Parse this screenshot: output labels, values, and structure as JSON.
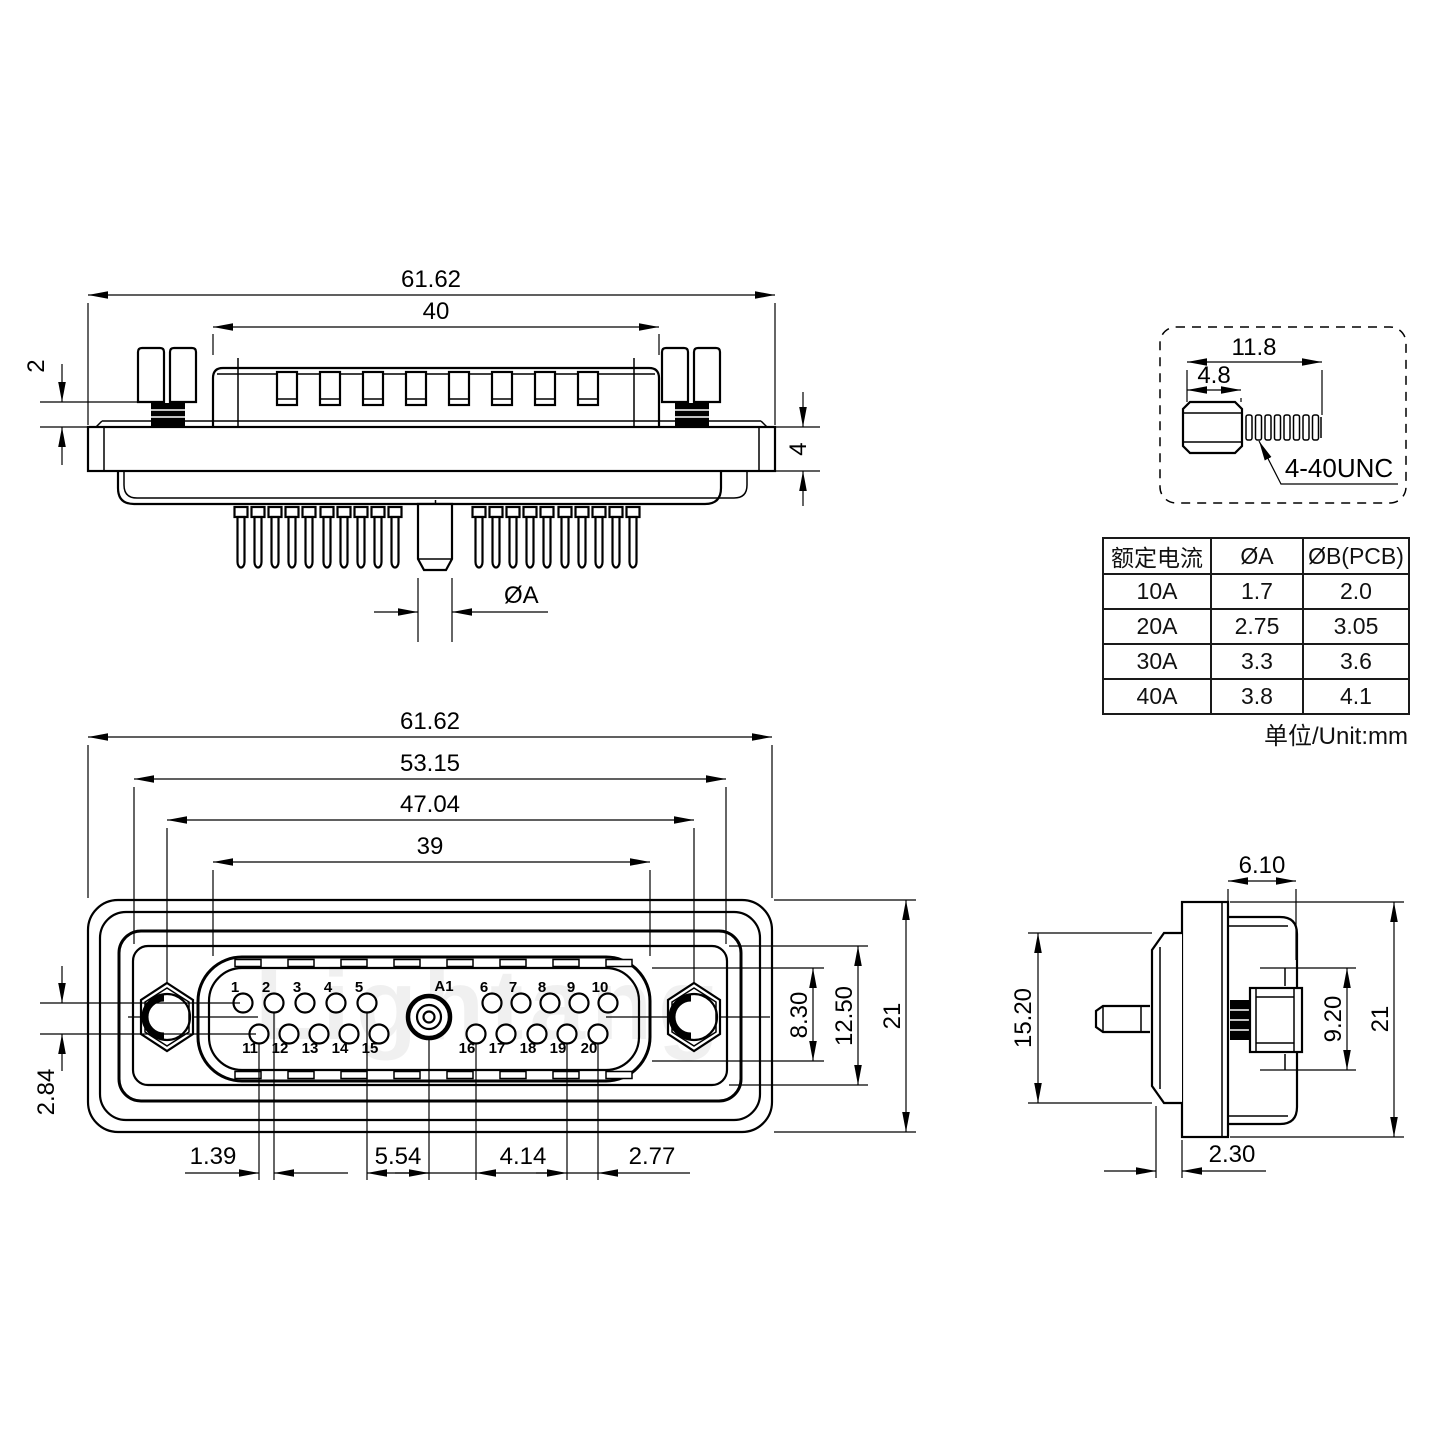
{
  "watermark": "Lightang",
  "back_view": {
    "dim_overall_width": "61.62",
    "dim_body_width": "40",
    "dim_screw_gap": "2",
    "dim_flange_thickness": "4",
    "dim_coax_diameter": "ØA"
  },
  "screw_detail": {
    "dim_total_length": "11.8",
    "dim_head_length": "4.8",
    "thread_spec": "4-40UNC"
  },
  "spec_table": {
    "col_headers": [
      "额定电流",
      "ØA",
      "ØB(PCB)"
    ],
    "rows": [
      [
        "10A",
        "1.7",
        "2.0"
      ],
      [
        "20A",
        "2.75",
        "3.05"
      ],
      [
        "30A",
        "3.3",
        "3.6"
      ],
      [
        "40A",
        "3.8",
        "4.1"
      ]
    ],
    "unit_note": "单位/Unit:mm"
  },
  "front_view": {
    "dim_overall_width": "61.62",
    "dim_panel_width": "53.15",
    "dim_mount_hole_spacing": "47.04",
    "dim_shell_width": "39",
    "dim_shell_height": "8.30",
    "dim_panel_height": "12.50",
    "dim_overall_height": "21",
    "dim_row_offset": "2.84",
    "dim_pin_offset": "1.39",
    "dim_pin5_to_coax": "5.54",
    "dim_coax_to_pin16": "4.14",
    "dim_pin_pitch": "2.77",
    "pin_labels": [
      "1",
      "2",
      "3",
      "4",
      "5",
      "6",
      "7",
      "8",
      "9",
      "10",
      "11",
      "12",
      "13",
      "14",
      "15",
      "16",
      "17",
      "18",
      "19",
      "20",
      "A1"
    ]
  },
  "side_view": {
    "dim_barrel_depth": "6.10",
    "dim_insulator_height": "15.20",
    "dim_screw_boss_height": "9.20",
    "dim_overall_height": "21",
    "dim_flange_offset": "2.30"
  }
}
